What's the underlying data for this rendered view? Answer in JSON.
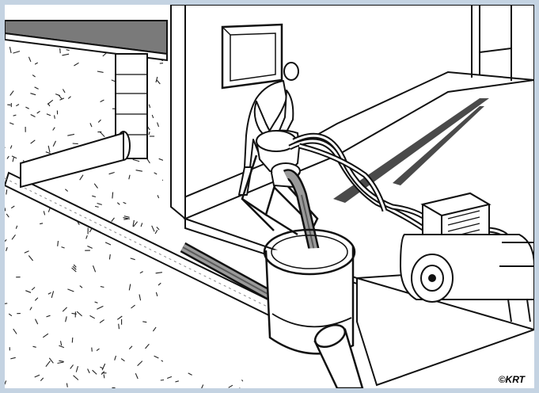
{
  "credit": "©KRT",
  "colors": {
    "frame": "#c4d3e2",
    "ink": "#111111",
    "shade": "#6f6f6f",
    "paper": "#ffffff"
  },
  "elements": [
    "soil-cross-section",
    "basement-wall",
    "basement-window",
    "worker-figure",
    "funnel-hopper-on-stand",
    "air-compressor",
    "hoses",
    "sewer-pipe",
    "sump-pit-basin",
    "lining-tube"
  ]
}
